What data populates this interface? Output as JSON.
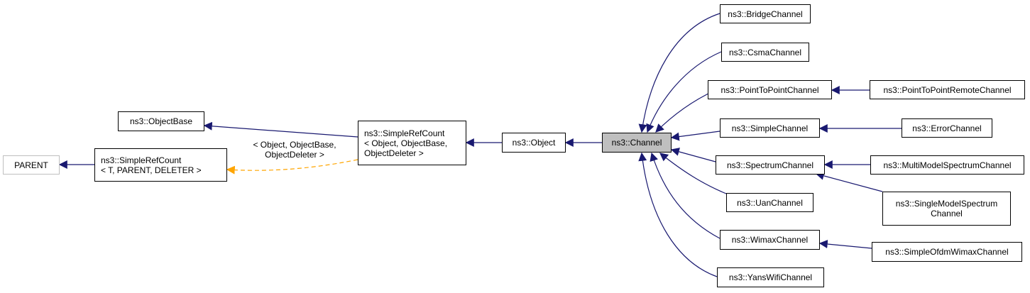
{
  "colors": {
    "inheritance_edge": "#191970",
    "template_edge": "#ffa500",
    "node_border": "#000000",
    "muted_border": "#bfbfbf",
    "current_fill": "#bfbfbf"
  },
  "nodes": {
    "parent": "PARENT",
    "simplerefcount_template": "ns3::SimpleRefCount\n< T, PARENT, DELETER >",
    "objectbase": "ns3::ObjectBase",
    "simplerefcount_object": "ns3::SimpleRefCount\n< Object, ObjectBase,\nObjectDeleter >",
    "object": "ns3::Object",
    "channel": "ns3::Channel",
    "bridge": "ns3::BridgeChannel",
    "csma": "ns3::CsmaChannel",
    "p2p": "ns3::PointToPointChannel",
    "p2p_remote": "ns3::PointToPointRemoteChannel",
    "simple": "ns3::SimpleChannel",
    "error": "ns3::ErrorChannel",
    "spectrum": "ns3::SpectrumChannel",
    "multimodel": "ns3::MultiModelSpectrumChannel",
    "singlemodel": "ns3::SingleModelSpectrum\nChannel",
    "uan": "ns3::UanChannel",
    "wimax": "ns3::WimaxChannel",
    "simpleofdm": "ns3::SimpleOfdmWimaxChannel",
    "yanswifi": "ns3::YansWifiChannel"
  },
  "edge_labels": {
    "template_instantiation": "< Object, ObjectBase,\nObjectDeleter >"
  }
}
